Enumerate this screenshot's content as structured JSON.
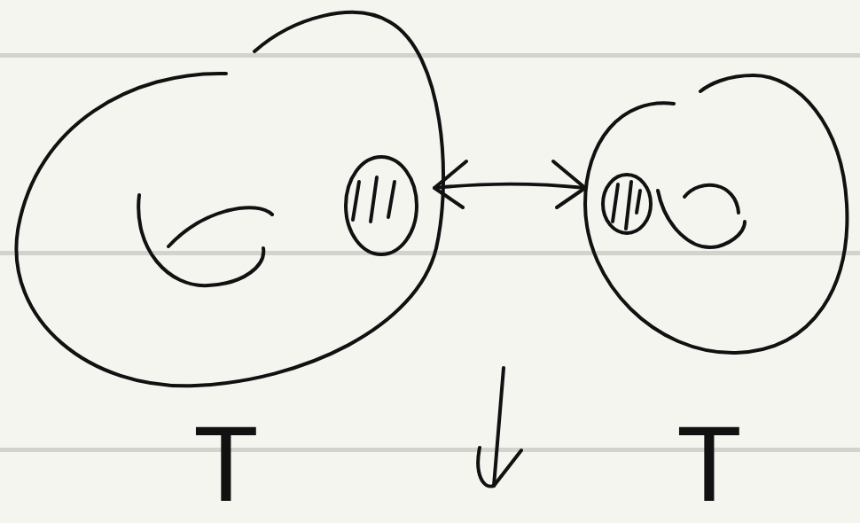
{
  "diagram": {
    "nodes": [
      {
        "text": [
          "T"
        ]
      },
      {
        "text": [
          "T"
        ]
      }
    ],
    "edges": [
      {
        "from": 0,
        "to": 1,
        "arrow": "both"
      }
    ]
  }
}
